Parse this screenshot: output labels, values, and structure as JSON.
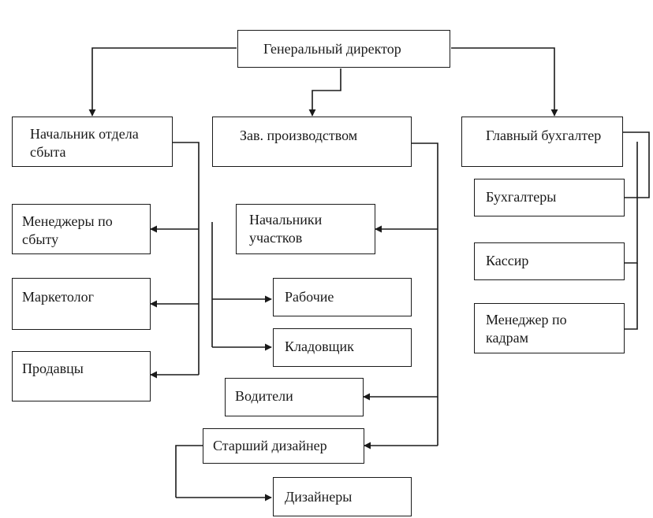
{
  "boxes": {
    "general_director": "Генеральный директор",
    "sales_head": "Начальник отдела\nсбыта",
    "production_head": "Зав. производством",
    "chief_accountant": "Главный бухгалтер",
    "sales_managers": "Менеджеры по\nсбыту",
    "marketer": "Маркетолог",
    "sellers": "Продавцы",
    "section_heads": "Начальники\nучастков",
    "workers": "Рабочие",
    "storekeeper": "Кладовщик",
    "drivers": "Водители",
    "senior_designer": "Старший дизайнер",
    "designers": "Дизайнеры",
    "accountants": "Бухгалтеры",
    "cashier": "Кассир",
    "hr_manager": "Менеджер по\nкадрам"
  }
}
